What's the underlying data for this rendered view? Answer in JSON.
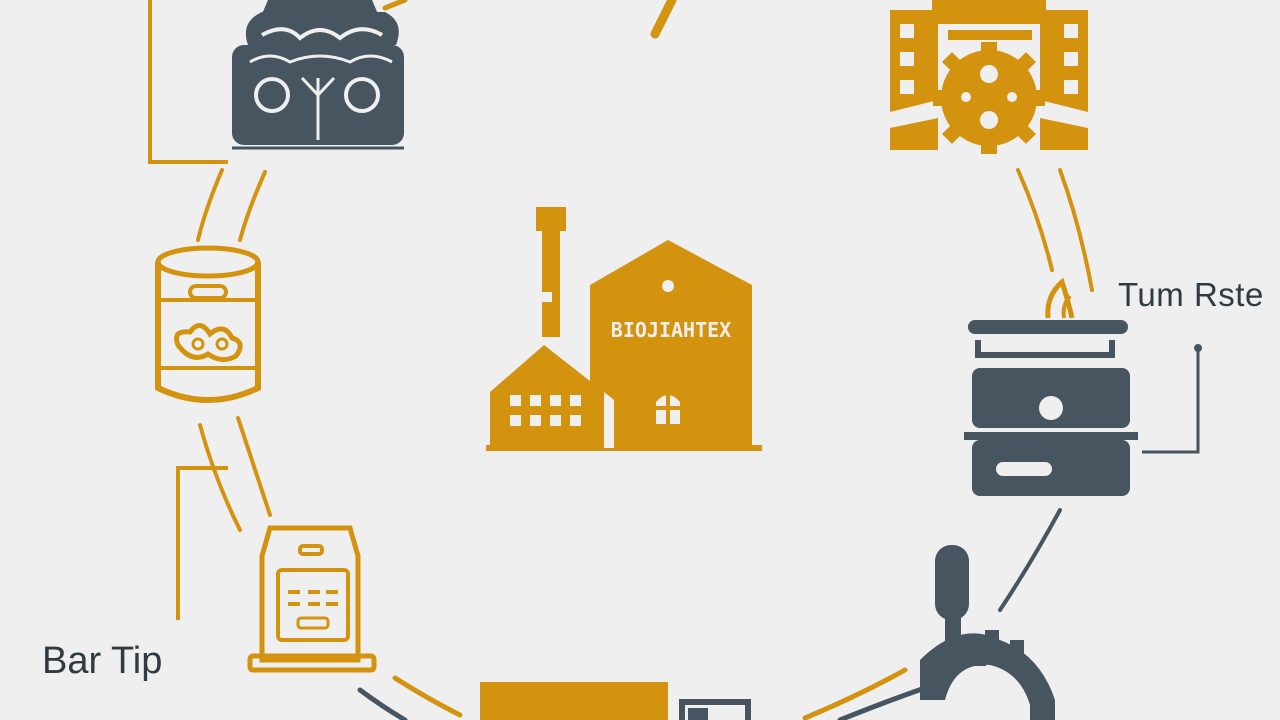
{
  "diagram": {
    "center_node": {
      "icon": "brewery-factory-icon",
      "sign_text": "BIOJIAHTEX"
    },
    "nodes": [
      {
        "id": "hops-sack",
        "icon": "hops-sack-icon"
      },
      {
        "id": "mash-machine",
        "icon": "gear-machine-icon"
      },
      {
        "id": "keg",
        "icon": "keg-icon"
      },
      {
        "id": "fermenter",
        "icon": "fermenter-icon",
        "label": "Tum Rste"
      },
      {
        "id": "dispenser",
        "icon": "dispenser-icon",
        "label": "Bar Tip"
      },
      {
        "id": "tap",
        "icon": "beer-tap-icon"
      },
      {
        "id": "crate",
        "icon": "crate-icon"
      }
    ],
    "colors": {
      "gold": "#d4930e",
      "slate": "#46555f",
      "background": "#efefef"
    }
  }
}
